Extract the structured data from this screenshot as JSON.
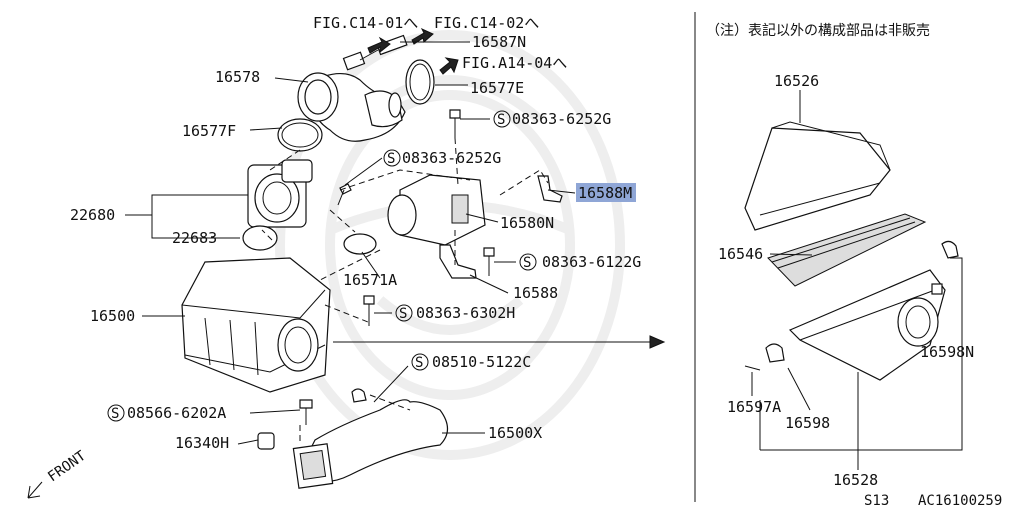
{
  "header": {
    "note": "（注）表記以外の構成部品は非販売",
    "fig_c14_01": "FIG.C14-01へ",
    "fig_c14_02": "FIG.C14-02へ",
    "fig_a14_04": "FIG.A14-04へ"
  },
  "parts": {
    "p16587N": "16587N",
    "p16578": "16578",
    "p16577E": "16577E",
    "p16577F": "16577F",
    "s08363_6252G_a": "08363-6252G",
    "s08363_6252G_b": "08363-6252G",
    "p16588M": "16588M",
    "p22680": "22680",
    "p22683": "22683",
    "p16580N": "16580N",
    "s08363_6122G": "08363-6122G",
    "p16571A": "16571A",
    "p16588": "16588",
    "p16500": "16500",
    "s08363_6302H": "08363-6302H",
    "s08510_5122C": "08510-5122C",
    "s08566_6202A": "08566-6202A",
    "p16500X": "16500X",
    "p16340H": "16340H",
    "front": "FRONT",
    "p16526": "16526",
    "p16546": "16546",
    "p16598N": "16598N",
    "p16597A": "16597A",
    "p16598": "16598",
    "p16528": "16528",
    "s_symbol": "S"
  },
  "footer": {
    "code_left": "S13",
    "code_right": "AC16100259"
  },
  "colors": {
    "highlight": "#8fa6d6",
    "ink": "#111111"
  }
}
